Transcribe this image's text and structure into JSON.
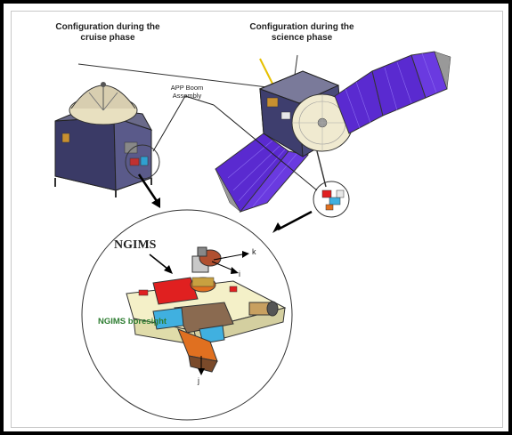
{
  "captions": {
    "cruise_line1": "Configuration during the",
    "cruise_line2": "cruise phase",
    "science_line1": "Configuration during the",
    "science_line2": "science phase",
    "app_boom_line1": "APP Boom",
    "app_boom_line2": "Assembly",
    "ngims": "NGIMS",
    "boresight": "NGIMS boresight",
    "axis_k": "k",
    "axis_i": "i",
    "axis_j": "j"
  },
  "colors": {
    "panel": "#5a2ad0",
    "panel_grid": "#8a6af0",
    "bus": "#4a4a7a",
    "dish": "#f0ead0",
    "boresight_text": "#2e7d32",
    "instrument_red": "#e02020",
    "instrument_blue": "#40b0e0",
    "instrument_orange": "#e07020",
    "instrument_brown": "#b05030"
  }
}
